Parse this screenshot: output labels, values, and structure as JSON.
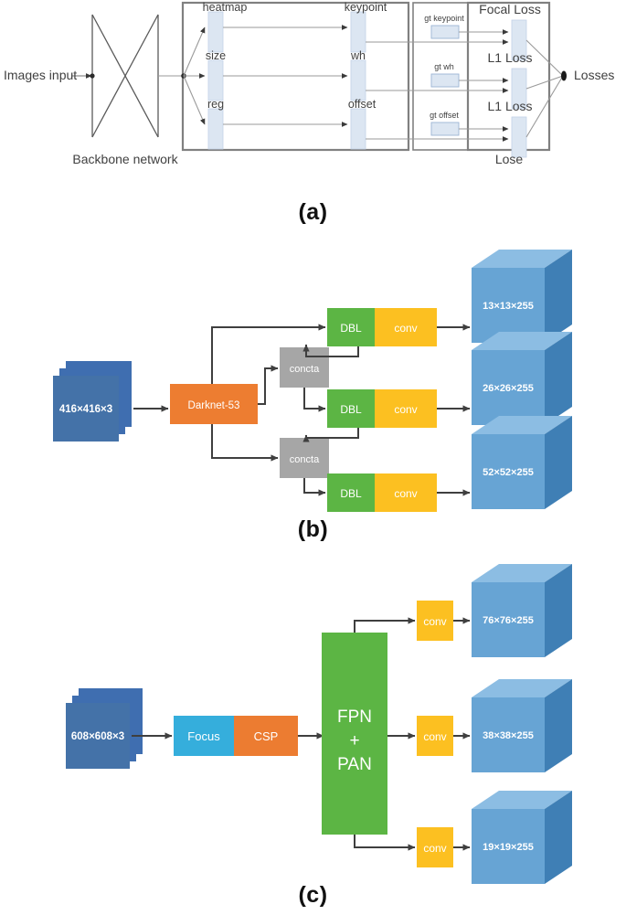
{
  "figure": {
    "panels": [
      {
        "id": "a",
        "caption": "(a)",
        "title": "CenterNet-style detection head with losses",
        "input_label": "Images input",
        "backbone_label": "Backbone network",
        "output_label": "Losses",
        "loss_group_label": "Lose",
        "branches": [
          {
            "feature": "heatmap",
            "head": "keypoint",
            "gt": "gt keypoint",
            "loss": "Focal Loss"
          },
          {
            "feature": "size",
            "head": "wh",
            "gt": "gt wh",
            "loss": "L1 Loss"
          },
          {
            "feature": "reg",
            "head": "offset",
            "gt": "gt offset",
            "loss": "L1 Loss"
          }
        ]
      },
      {
        "id": "b",
        "caption": "(b)",
        "title": "YOLOv3 architecture",
        "input_label": "416×416×3",
        "backbone_label": "Darknet-53",
        "concat_label": "concta",
        "dbl_label": "DBL",
        "conv_label": "conv",
        "outputs": [
          "13×13×255",
          "26×26×255",
          "52×52×255"
        ]
      },
      {
        "id": "c",
        "caption": "(c)",
        "title": "YOLOv5 architecture",
        "input_label": "608×608×3",
        "focus_label": "Focus",
        "csp_label": "CSP",
        "neck_label": "FPN\n+\nPAN",
        "neck_lines": [
          "FPN",
          "+",
          "PAN"
        ],
        "conv_label": "conv",
        "outputs": [
          "76×76×255",
          "38×38×255",
          "19×19×255"
        ]
      }
    ]
  },
  "colors": {
    "input_stack": "#4472a8",
    "input_stack_back": "#3f6eb0",
    "backbone_orange": "#ed7d31",
    "concat_gray": "#a6a6a6",
    "dbl_green": "#5cb544",
    "conv_yellow": "#fcc021",
    "cube_front": "#67a4d4",
    "cube_top": "#8cbde3",
    "cube_side": "#3f7fb5",
    "focus_blue": "#35aedc",
    "csp_orange": "#ec7c31",
    "neck_green": "#5cb544",
    "arrow_dark": "#3f3f3f",
    "line_gray": "#9a9a9a",
    "panel_border": "#808080",
    "gt_box_fill": "#dce6f2",
    "gt_box_stroke": "#9cb4d4",
    "head_box_fill": "#dce6f2",
    "text_gray": "#404040"
  }
}
